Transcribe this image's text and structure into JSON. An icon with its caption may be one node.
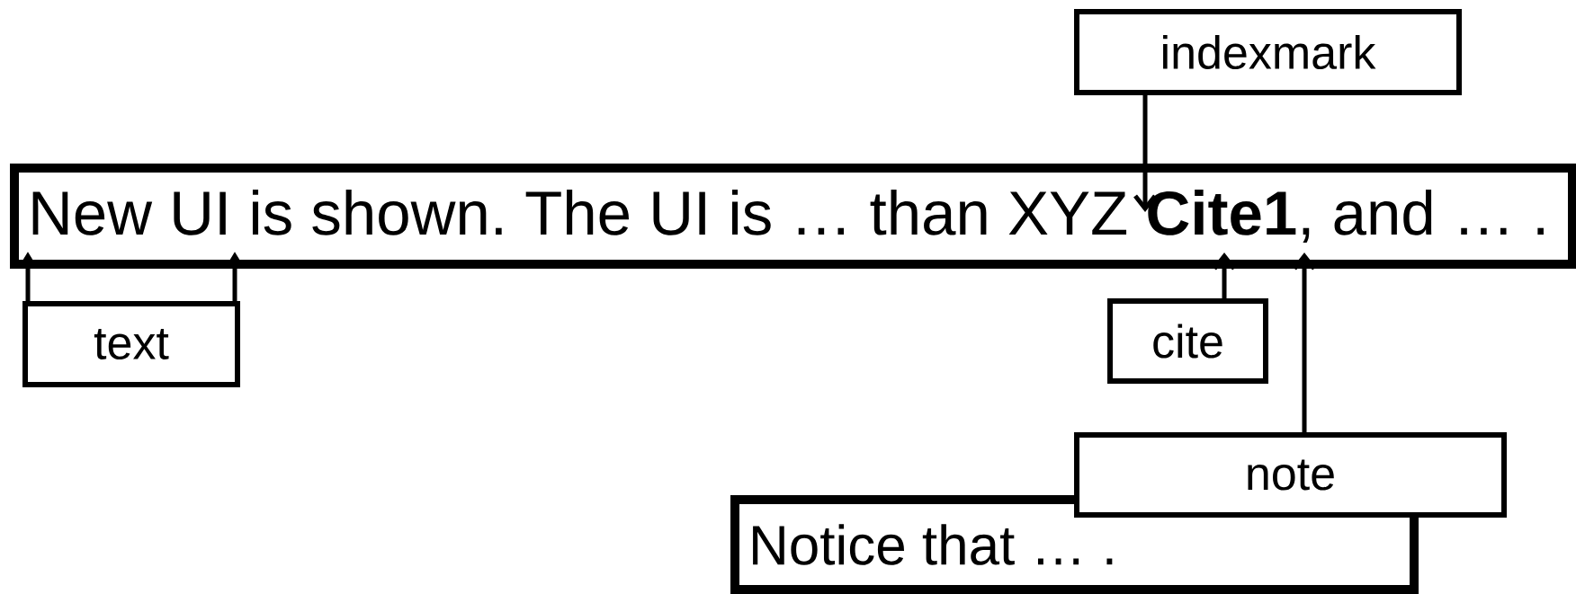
{
  "diagram": {
    "nodes": [
      {
        "text": [
          "New UI is shown. The UI is … than XYZ **Cite1**, and … ."
        ]
      },
      {
        "text": [
          "indexmark"
        ]
      },
      {
        "text": [
          "text"
        ]
      },
      {
        "text": [
          "cite"
        ]
      },
      {
        "text": [
          "note"
        ]
      },
      {
        "text": [
          "Notice that … ."
        ]
      }
    ],
    "edges": [
      {
        "from": 1,
        "to": 0,
        "arrow": "to"
      },
      {
        "from": 2,
        "to": 0,
        "arrow": "to"
      },
      {
        "from": 2,
        "to": 0,
        "arrow": "to"
      },
      {
        "from": 3,
        "to": 0,
        "arrow": "to"
      },
      {
        "from": 4,
        "to": 0,
        "arrow": "to"
      }
    ]
  }
}
